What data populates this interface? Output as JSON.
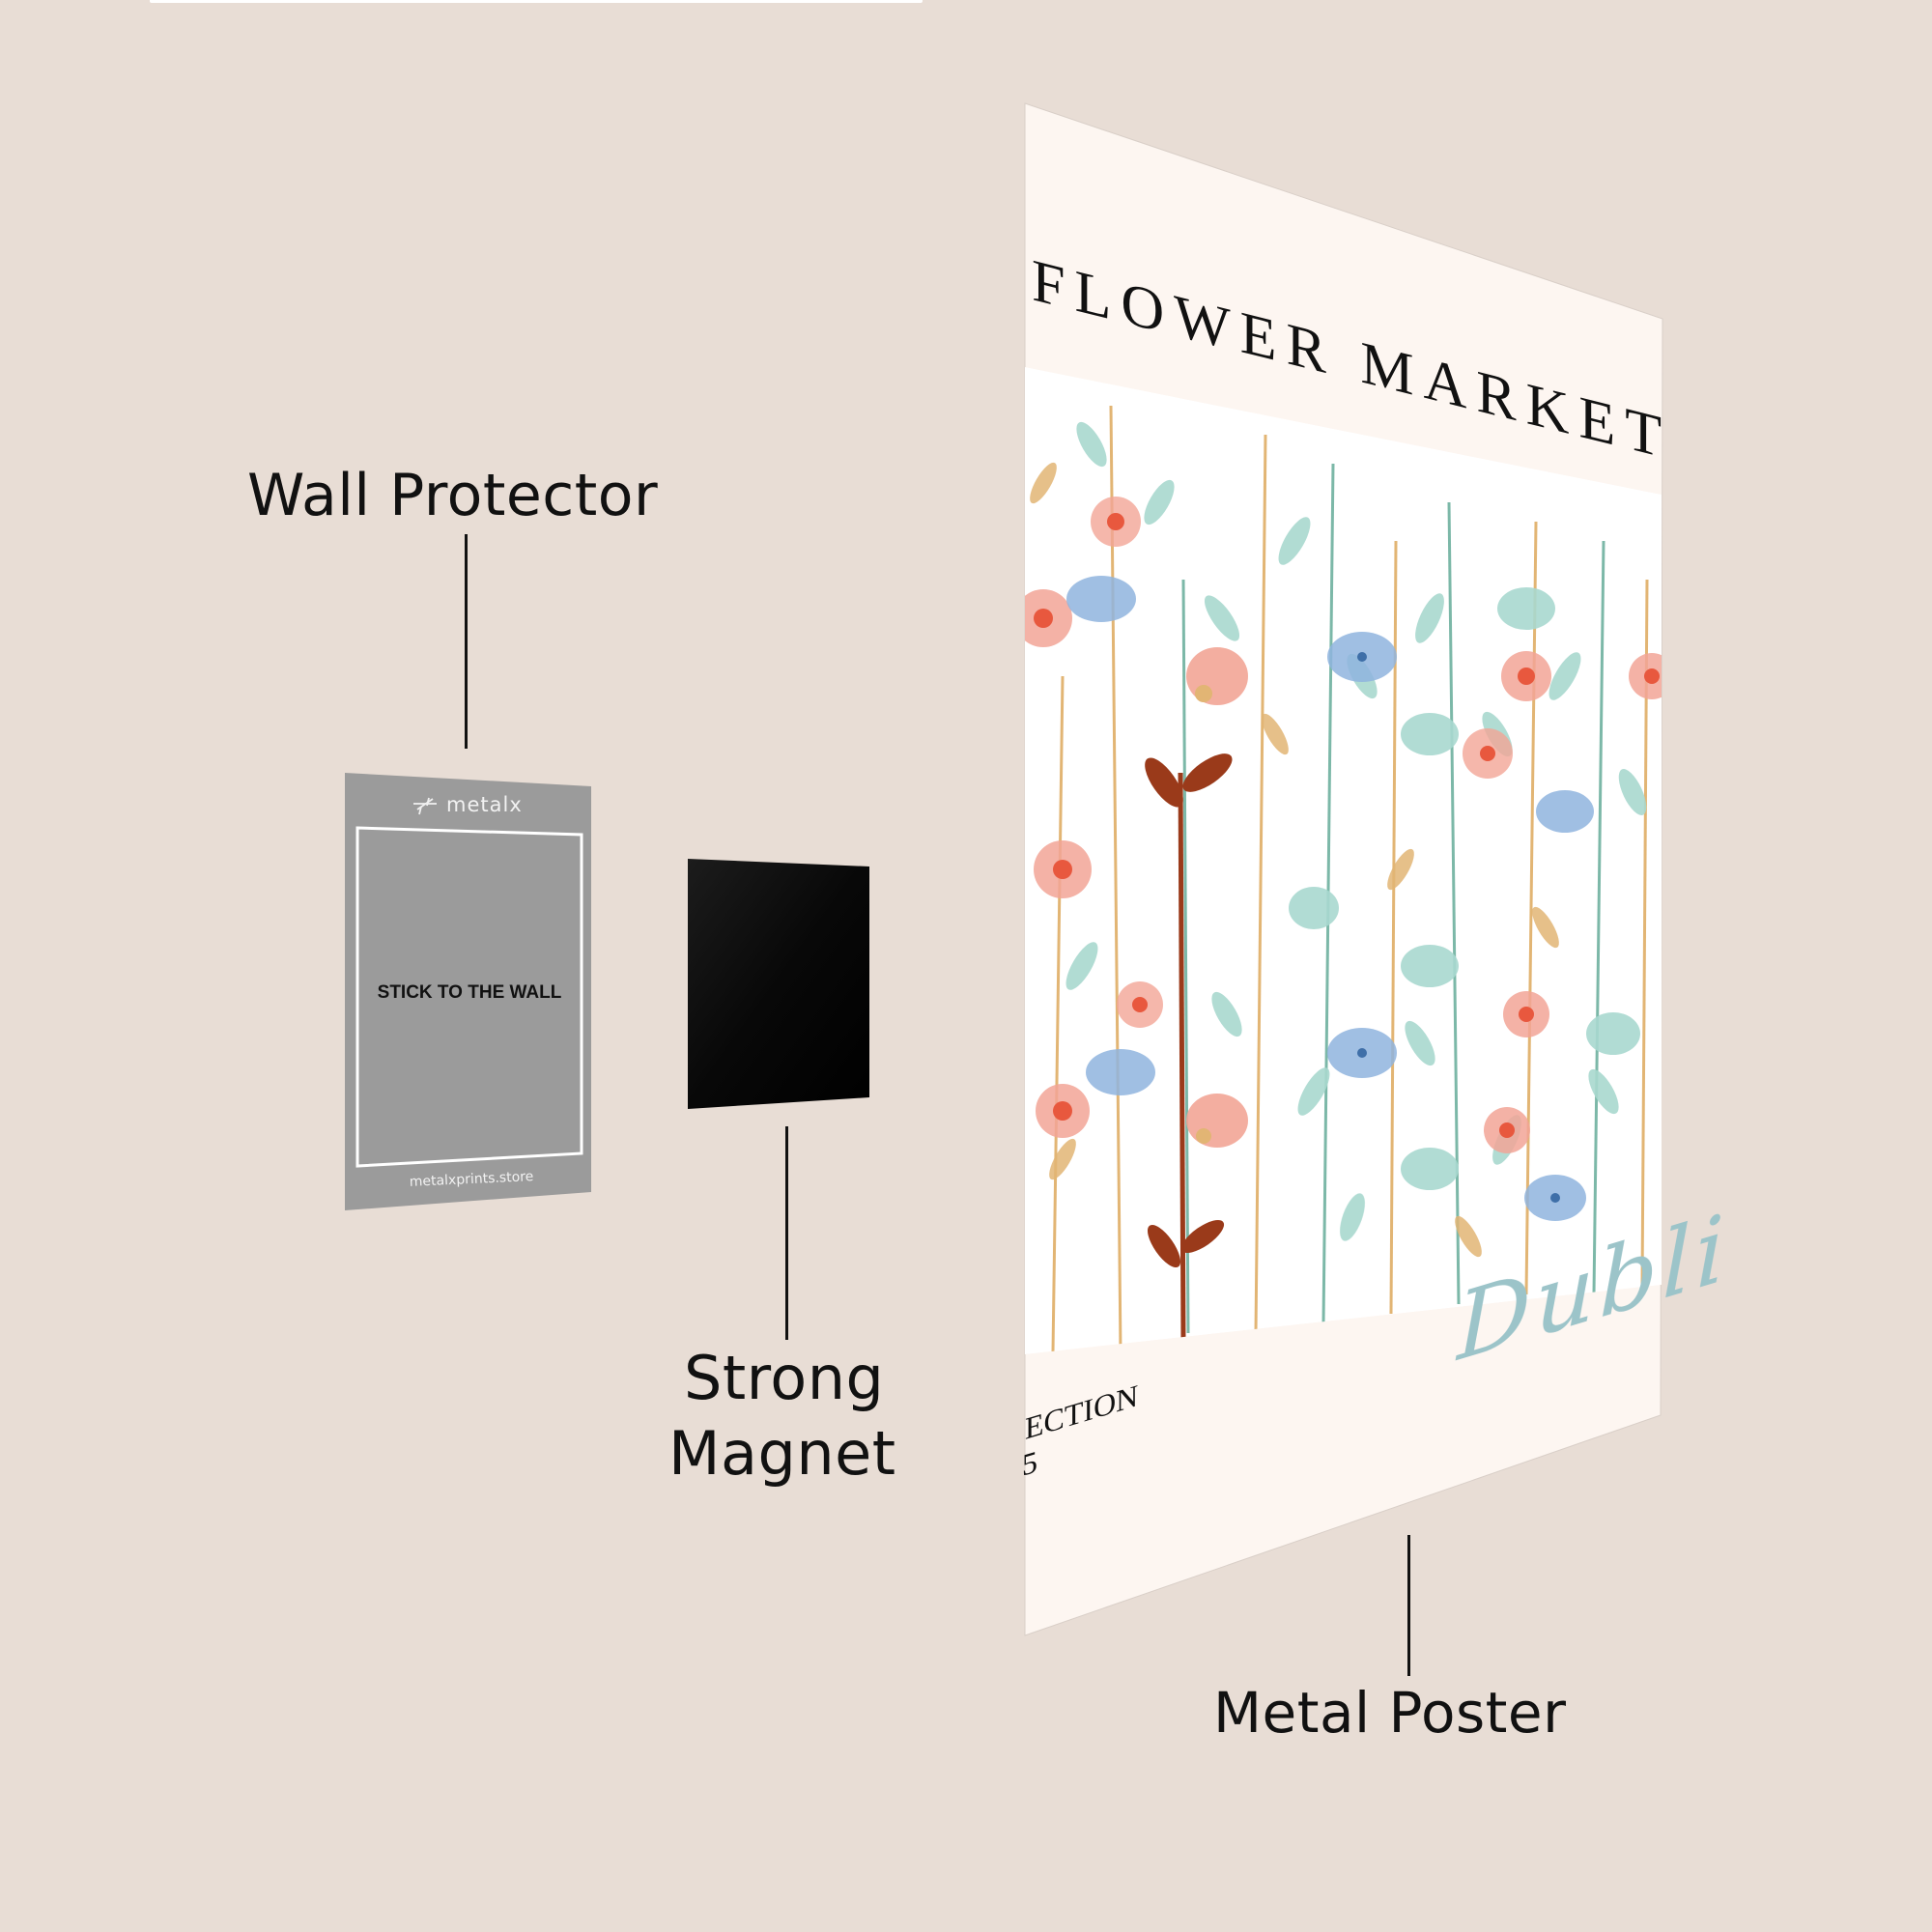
{
  "background_color": "#e8ddd5",
  "labels": {
    "wall_protector": "Wall Protector",
    "strong_magnet_line1": "Strong",
    "strong_magnet_line2": "Magnet",
    "metal_poster": "Metal Poster"
  },
  "wall_protector_card": {
    "brand": "metalx",
    "center_text": "STICK TO THE WALL",
    "footer_url": "metalxprints.store",
    "fill_color": "#9b9b9b",
    "frame_color": "#ffffff"
  },
  "magnet": {
    "fill_color": "#050505"
  },
  "poster": {
    "title": "FLOWER MARKET",
    "subtitle_partial_1": "ECTION",
    "subtitle_partial_2": "5",
    "script_partial": "Dubli",
    "paper_color": "#fdf6f1",
    "script_color": "#9cc4c9",
    "flower_colors": [
      "#f2a596",
      "#e8583e",
      "#8fb4de",
      "#a9d8cf",
      "#e2b574",
      "#9a3a1a",
      "#7cb8a8"
    ]
  }
}
